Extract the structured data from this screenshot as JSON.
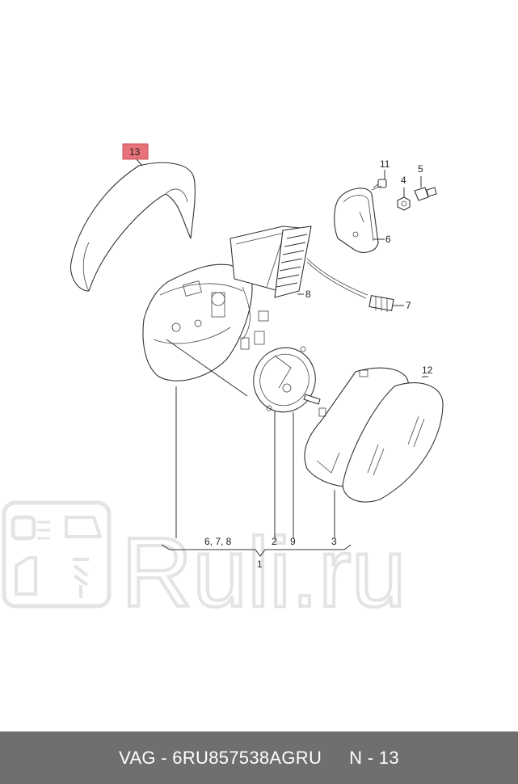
{
  "callouts": {
    "c13": "13",
    "c11": "11",
    "c4": "4",
    "c5": "5",
    "c6": "6",
    "c8": "8",
    "c7": "7",
    "c12": "12",
    "group_678": "6, 7, 8",
    "c2": "2",
    "c9": "9",
    "c3": "3",
    "c1": "1"
  },
  "highlight": {
    "color": "#e8727a",
    "part": "13"
  },
  "watermark": {
    "text": "Ruli.ru",
    "color": "#e4e4e4"
  },
  "footer": {
    "part_number": "VAG - 6RU857538AGRU",
    "position": "N - 13",
    "background": "#6f6f6f"
  }
}
